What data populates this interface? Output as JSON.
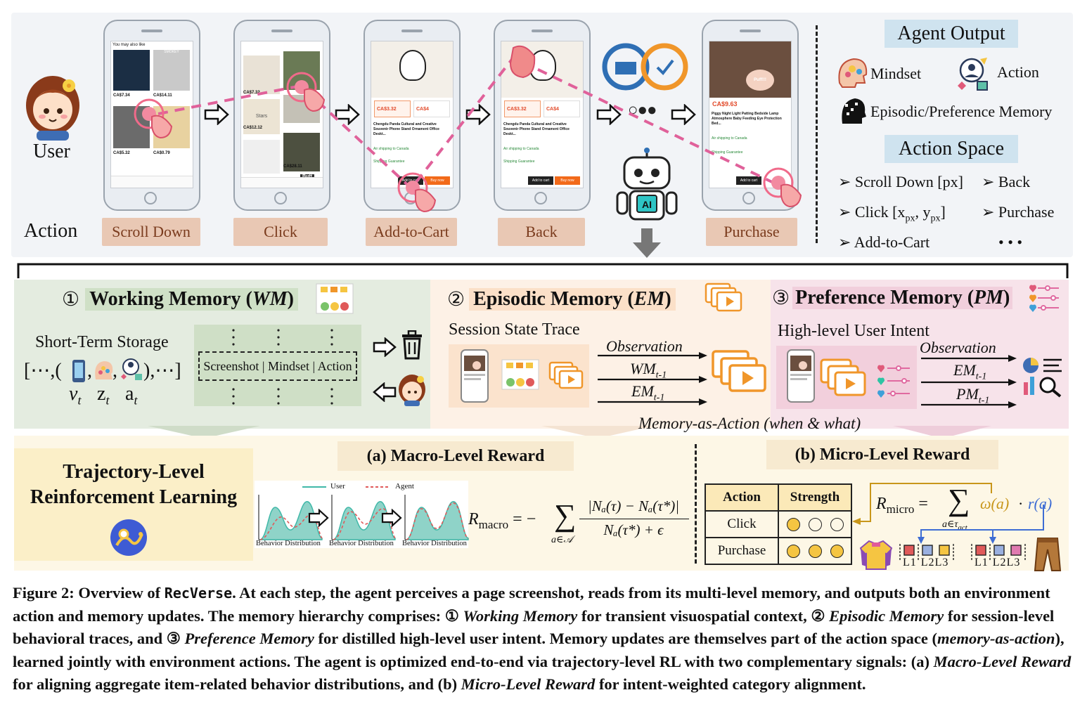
{
  "top": {
    "user_label": "User",
    "action_label": "Action",
    "steps": [
      "Scroll Down",
      "Click",
      "Add-to-Cart",
      "Back",
      "Purchase"
    ],
    "dots": "○●●",
    "agent_output_title": "Agent Output",
    "agent_outputs": [
      "Mindset",
      "Action",
      "Episodic/Preference Memory"
    ],
    "action_space_title": "Action Space",
    "action_space": [
      "➢ Scroll Down [px]",
      "➢ Back",
      "➢ Click [x",
      "➢ Purchase",
      "➢ Add-to-Cart",
      "• • •"
    ],
    "click_sub_x": "px",
    "click_mid": ", y",
    "click_sub_y": "px",
    "click_end": "]",
    "ai_label": "AI"
  },
  "phones": {
    "p1_header": "You may also like",
    "p1_item": "SMOKEY",
    "p1_prices": [
      "CA$7.34",
      "CA$14.11",
      "CA$5.32",
      "CA$0.79"
    ],
    "p2_prices": [
      "CA$7.32",
      "CA$12.12",
      "CA$28.11"
    ],
    "p2_labels": [
      "Stars",
      "Butt"
    ],
    "p3_price": "CA$3.32",
    "p3_price2": "CA$4",
    "p3_title": "Chengdu Panda Cultural and Creative Souvenir Phone Stand Ornament Office Deskt...",
    "p3_rows": [
      "Air shipping to Canada",
      "Shipping Guarantee"
    ],
    "p3_buttons": [
      "Add to cart",
      "Buy now"
    ],
    "p5_price": "CA$9.63",
    "p5_title": "Piggy Night Light Patting Bedside Lamp Atmosphere Baby Feeding Eye Protection Bed...",
    "p5_label": "Puff!!!"
  },
  "memory": {
    "wm_num": "①",
    "wm_title_plain": "Working Memory (",
    "wm_title_it": "WM",
    "wm_title_end": ")",
    "wm_storage": "Short-Term Storage",
    "wm_list_start": "[⋯,(",
    "wm_list_end": "),⋯]",
    "wm_vars": [
      "v",
      "z",
      "a"
    ],
    "wm_sub": "t",
    "wm_cells": "Screenshot | Mindset | Action",
    "em_num": "②",
    "em_title_plain": "Episodic Memory (",
    "em_title_it": "EM",
    "em_title_end": ")",
    "em_sub": "Session State Trace",
    "em_arrows": [
      "Observation",
      "WM",
      "EM"
    ],
    "em_arrow_subs": [
      "",
      "t-1",
      "t-1"
    ],
    "pm_num": "③",
    "pm_title_plain": "Preference Memory (",
    "pm_title_it": "PM",
    "pm_title_end": ")",
    "pm_sub": "High-level User Intent",
    "pm_arrows": [
      "Observation",
      "EM",
      "PM"
    ],
    "pm_arrow_subs": [
      "",
      "t-1",
      "t-1"
    ],
    "maa": "Memory-as-Action (when & what)"
  },
  "rewards": {
    "rl_title": "Trajectory-Level Reinforcement Learning",
    "macro_title": "(a) Macro-Level Reward",
    "micro_title": "(b) Micro-Level Reward",
    "legend": [
      "User",
      "Agent"
    ],
    "dist_label": "Behavior Distribution",
    "macro_lhs": "R",
    "macro_lhs_sub": "macro",
    "macro_eq": "= −",
    "macro_sum_sub": "a∈𝒜",
    "macro_num": "|Nₐ(τ) − Nₐ(τ*)|",
    "macro_den": "Nₐ(τ*) + ϵ",
    "micro_lhs": "R",
    "micro_lhs_sub": "micro",
    "micro_eq": "=",
    "micro_sum_sub": "a∈τ",
    "micro_sum_subsub": "act",
    "micro_omega": "ω(a)",
    "micro_dot": "·",
    "micro_r": "r(a)",
    "table_headers": [
      "Action",
      "Strength"
    ],
    "table_rows": [
      {
        "action": "Click",
        "filled": 1,
        "total": 3
      },
      {
        "action": "Purchase",
        "filled": 3,
        "total": 3
      }
    ],
    "levels": [
      "L1",
      "L2",
      "L3"
    ]
  },
  "caption": {
    "p1": "Figure 2: Overview of ",
    "code": "RecVerse",
    "p2": ". At each step, the agent perceives a page screenshot, reads from its multi-level memory, and outputs both an environment action and memory updates. The memory hierarchy comprises: ① ",
    "i1": "Working Memory",
    "p3": " for transient visuospatial context, ② ",
    "i2": "Episodic Memory",
    "p4": " for session-level behavioral traces, and ③ ",
    "i3": "Preference Memory",
    "p5": " for distilled high-level user intent. Memory updates are themselves part of the action space (",
    "i4": "memory-as-action",
    "p6": "), learned jointly with environment actions. The agent is optimized end-to-end via trajectory-level RL with two complementary signals: (a) ",
    "i5": "Macro-Level Reward",
    "p7": " for aligning aggregate item-related behavior distributions, and (b) ",
    "i6": "Micro-Level Reward",
    "p8": " for intent-weighted category alignment."
  },
  "colors": {
    "tag_bg": "#e9c8b4",
    "tag_text": "#7a3b1d",
    "title_box": "#cfe3ef",
    "wm_bg": "#e4ece0",
    "em_bg": "#fdf1e6",
    "pm_bg": "#f7e3ea",
    "reward_bg": "#fdf7e6",
    "gold": "#f5c542",
    "pink_path": "#e0619a"
  }
}
